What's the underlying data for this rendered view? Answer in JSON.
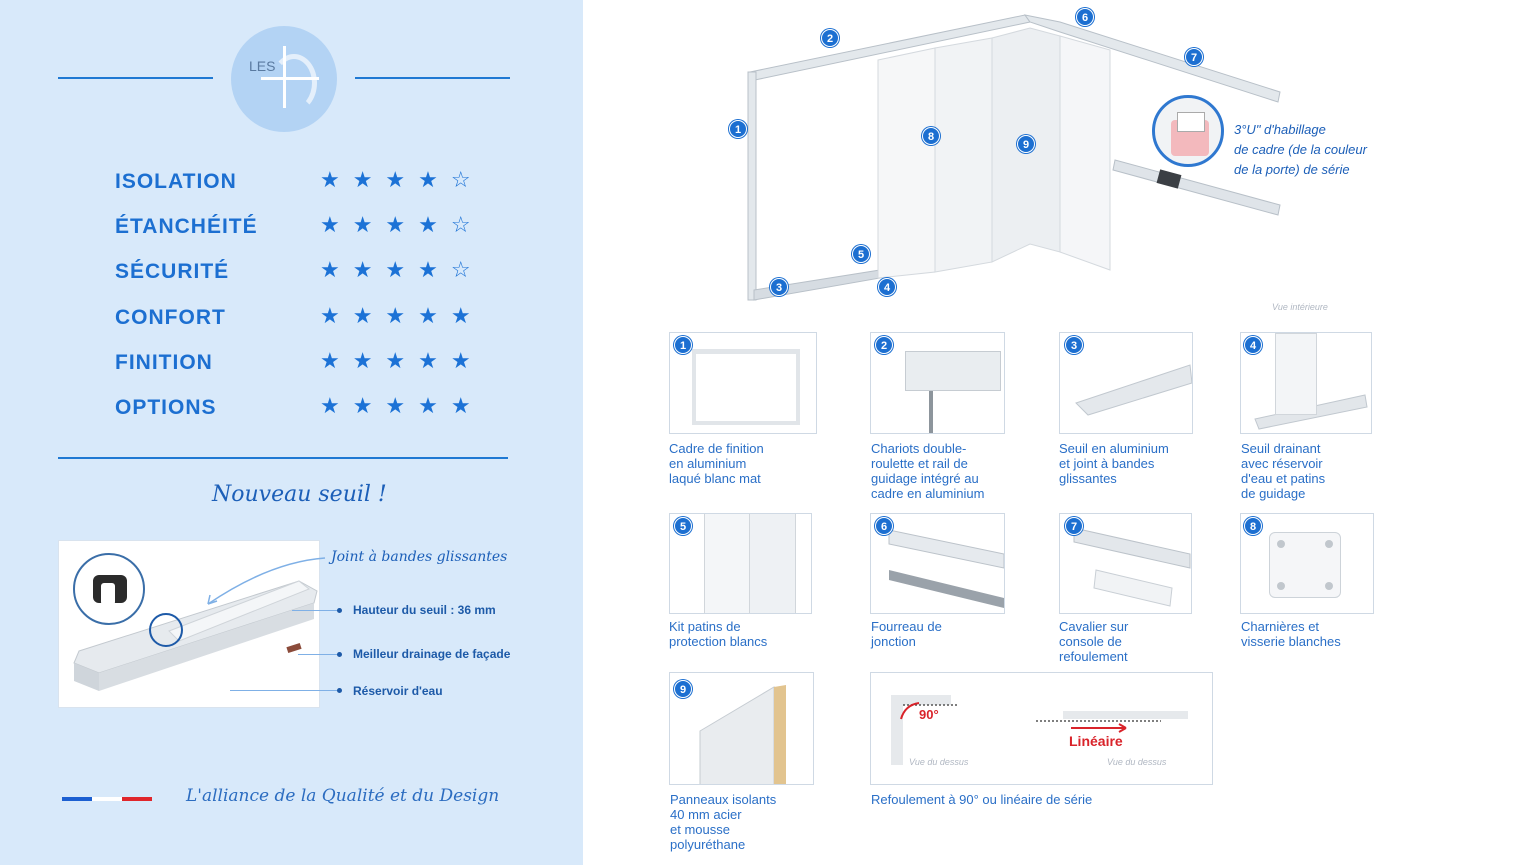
{
  "header": {
    "logo_text": "LES"
  },
  "ratings": [
    {
      "label": "ISOLATION",
      "stars": "★ ★ ★ ★ ☆"
    },
    {
      "label": "ÉTANCHÉITÉ",
      "stars": "★ ★ ★ ★ ☆"
    },
    {
      "label": "SÉCURITÉ",
      "stars": "★ ★ ★ ★ ☆"
    },
    {
      "label": "CONFORT",
      "stars": "★ ★ ★ ★ ★"
    },
    {
      "label": "FINITION",
      "stars": "★ ★ ★ ★ ★"
    },
    {
      "label": "OPTIONS",
      "stars": "★ ★ ★ ★ ★"
    }
  ],
  "seuil": {
    "title": "Nouveau seuil !",
    "joint": "Joint à bandes glissantes",
    "hauteur": "Hauteur du seuil : 36 mm",
    "drainage": "Meilleur drainage de façade",
    "reservoir": "Réservoir d'eau"
  },
  "footer": {
    "tagline": "L'alliance de la Qualité et du Design",
    "flag_colors": [
      "#1c5fd1",
      "#ffffff",
      "#e0262b"
    ]
  },
  "diagram": {
    "habillage_note": "3°U\" d'habillage\nde cadre (de la couleur\nde la porte) de série",
    "vue_interieure": "Vue intérieure"
  },
  "components": [
    {
      "num": "1",
      "caption": "Cadre de finition\nen aluminium\nlaqué blanc mat"
    },
    {
      "num": "2",
      "caption": "Chariots double-\nroulette et rail de\nguidage intégré au\ncadre en aluminium"
    },
    {
      "num": "3",
      "caption": "Seuil en aluminium\net joint à bandes\nglissantes"
    },
    {
      "num": "4",
      "caption": "Seuil drainant\navec réservoir\nd'eau et patins\nde guidage"
    },
    {
      "num": "5",
      "caption": "Kit patins de\nprotection blancs"
    },
    {
      "num": "6",
      "caption": "Fourreau de\njonction"
    },
    {
      "num": "7",
      "caption": "Cavalier sur\nconsole de\nrefoulement"
    },
    {
      "num": "8",
      "caption": "Charnières et\nvisserie blanches"
    },
    {
      "num": "9",
      "caption": "Panneaux isolants\n40 mm acier\net mousse\npolyuréthane"
    }
  ],
  "refoulement": {
    "angle_label": "90°",
    "lineaire_label": "Linéaire",
    "vue_dessus_1": "Vue du dessus",
    "vue_dessus_2": "Vue du dessus",
    "caption": "Refoulement à 90° ou linéaire de série"
  },
  "colors": {
    "accent": "#1c6fd1",
    "panel": "#d8e9fa",
    "red": "#d9232a"
  }
}
